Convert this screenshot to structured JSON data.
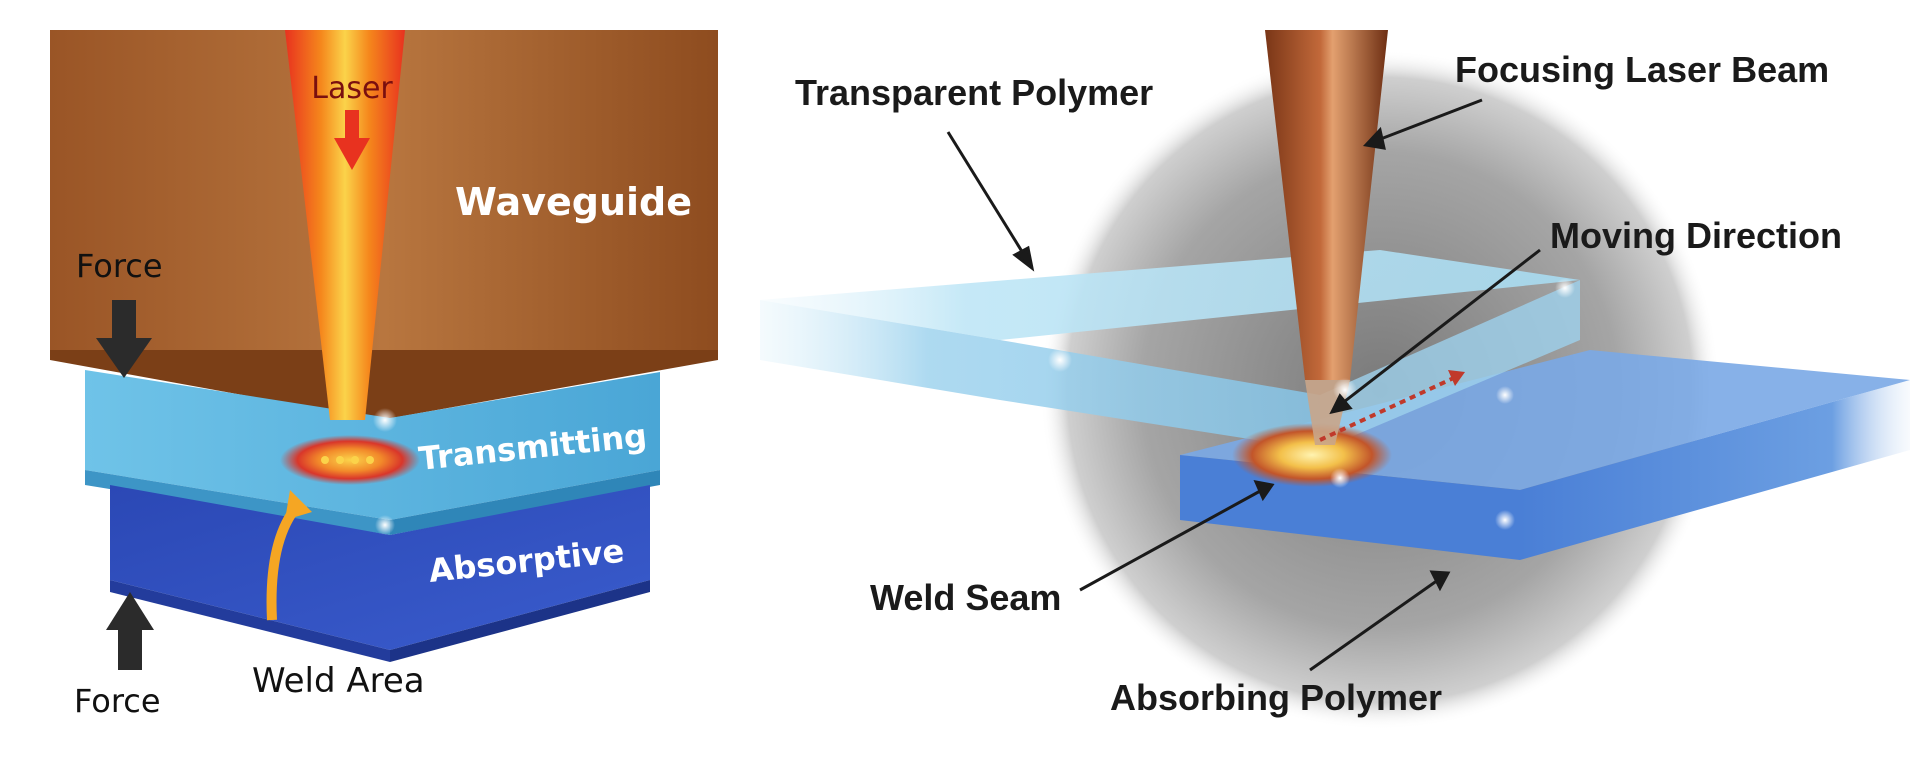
{
  "left_diagram": {
    "laser_label": "Laser",
    "waveguide_label": "Waveguide",
    "force_top_label": "Force",
    "transmitting_label": "Transmitting",
    "absorptive_label": "Absorptive",
    "force_bottom_label": "Force",
    "weld_area_label": "Weld Area"
  },
  "right_diagram": {
    "transparent_polymer_label": "Transparent Polymer",
    "focusing_laser_beam_label": "Focusing Laser Beam",
    "moving_direction_label": "Moving Direction",
    "weld_seam_label": "Weld Seam",
    "absorbing_polymer_label": "Absorbing Polymer"
  },
  "colors": {
    "waveguide": "#a8632e",
    "laser_core": "#f7a21b",
    "laser_edge": "#e8321f",
    "transmitting_layer": "#5ab7e0",
    "absorptive_layer": "#2f4fbf",
    "transparent_polymer": "#bfe6f6",
    "absorbing_polymer": "#4a7fd6",
    "beam": "#8c3f1c"
  }
}
